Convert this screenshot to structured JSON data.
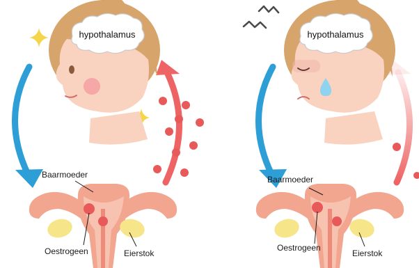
{
  "panels": [
    {
      "state": "healthy",
      "hypothalamus_label": "hypothalamus",
      "uterus_label": "Baarmoeder",
      "estrogen_label": "Oestrogeen",
      "ovary_label": "Eierstok"
    },
    {
      "state": "stressed",
      "hypothalamus_label": "hypothalamus",
      "uterus_label": "Baarmoeder",
      "estrogen_label": "Oestrogeen",
      "ovary_label": "Eierstok"
    }
  ],
  "colors": {
    "skin": "#f9d3bf",
    "hair": "#d7a46b",
    "blue_arrow": "#2e9fd6",
    "red_arrow": "#ee6464",
    "red_dot": "#e85a5a",
    "uterus": "#f2a58f",
    "ovary": "#f7e58a",
    "sparkle": "#f5d64b"
  },
  "icons": [
    "sparkle-icon",
    "stress-zigzag-icon",
    "tear-drop-icon"
  ]
}
